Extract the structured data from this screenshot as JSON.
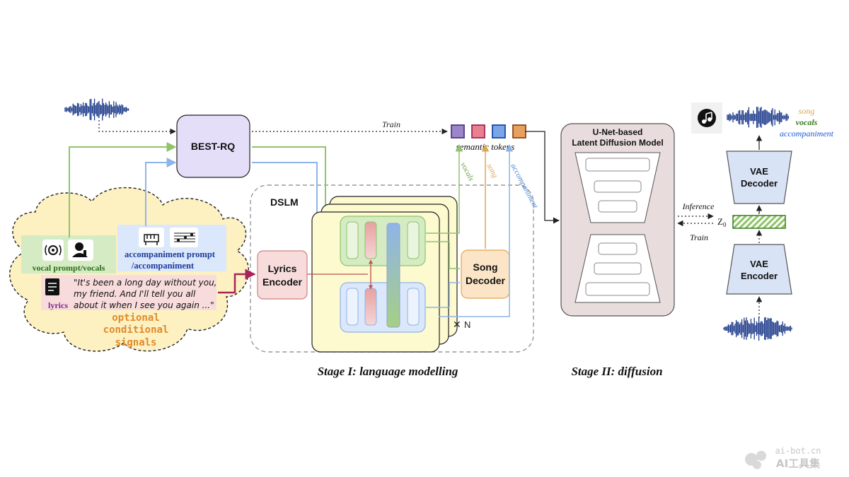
{
  "colors": {
    "green": "#8fc46a",
    "blue": "#8fb4e8",
    "orange": "#e0a550",
    "crimson": "#a8235a",
    "purple_box": "#e4def8",
    "lyrics_box": "#f8dcdc",
    "song_box": "#fbe5c6",
    "diffusion_box": "#e8dcdc",
    "vae_box": "#d8e3f6",
    "cloud": "#fdf1c2",
    "stack_fill": "#fdfad0",
    "waveform": "#1f3c8c"
  },
  "icons": {
    "vocal_prompt": [
      "voice-icon",
      "singer-icon"
    ],
    "accompaniment_prompt": [
      "piano-icon",
      "sheet-music-icon"
    ],
    "lyrics": "lyrics-document-icon",
    "output": "music-note-icon"
  },
  "conditional": {
    "vocal_label": "vocal prompt/vocals",
    "accomp_label_1": "accompaniment prompt",
    "accomp_label_2": "/accompaniment",
    "lyrics_label": "lyrics",
    "lyrics_quote_1": "\"It's been a long day without you,",
    "lyrics_quote_2": "my friend. And I'll tell you all",
    "lyrics_quote_3": "about it when I see you again ...\"",
    "optional_1": "optional",
    "optional_2": "conditional",
    "optional_3": "signals"
  },
  "stage1": {
    "bestrq": "BEST-RQ",
    "train_top": "Train",
    "semantic_tokens": "semantic tokens",
    "token_colors": [
      "#9c86c8",
      "#e88090",
      "#7aa6e8",
      "#e8a060"
    ],
    "token_labels": [
      "vocals",
      "song",
      "accompaniment"
    ],
    "dslm": "DSLM",
    "lyrics_encoder_1": "Lyrics",
    "lyrics_encoder_2": "Encoder",
    "song_decoder_1": "Song",
    "song_decoder_2": "Decoder",
    "repeat": "N",
    "caption": "Stage I: language modelling"
  },
  "stage2": {
    "title_1": "U-Net-based",
    "title_2": "Latent Diffusion Model",
    "inference": "Inference",
    "train": "Train",
    "z0": "Z",
    "z0_sub": "0",
    "caption": "Stage II: diffusion"
  },
  "vae": {
    "decoder_1": "VAE",
    "decoder_2": "Decoder",
    "encoder_1": "VAE",
    "encoder_2": "Encoder",
    "out_song": "song",
    "out_vocals": "vocals",
    "out_accomp": "accompaniment"
  },
  "watermark": {
    "line1": "ai-bot.cn",
    "line2": "AI工具集"
  }
}
